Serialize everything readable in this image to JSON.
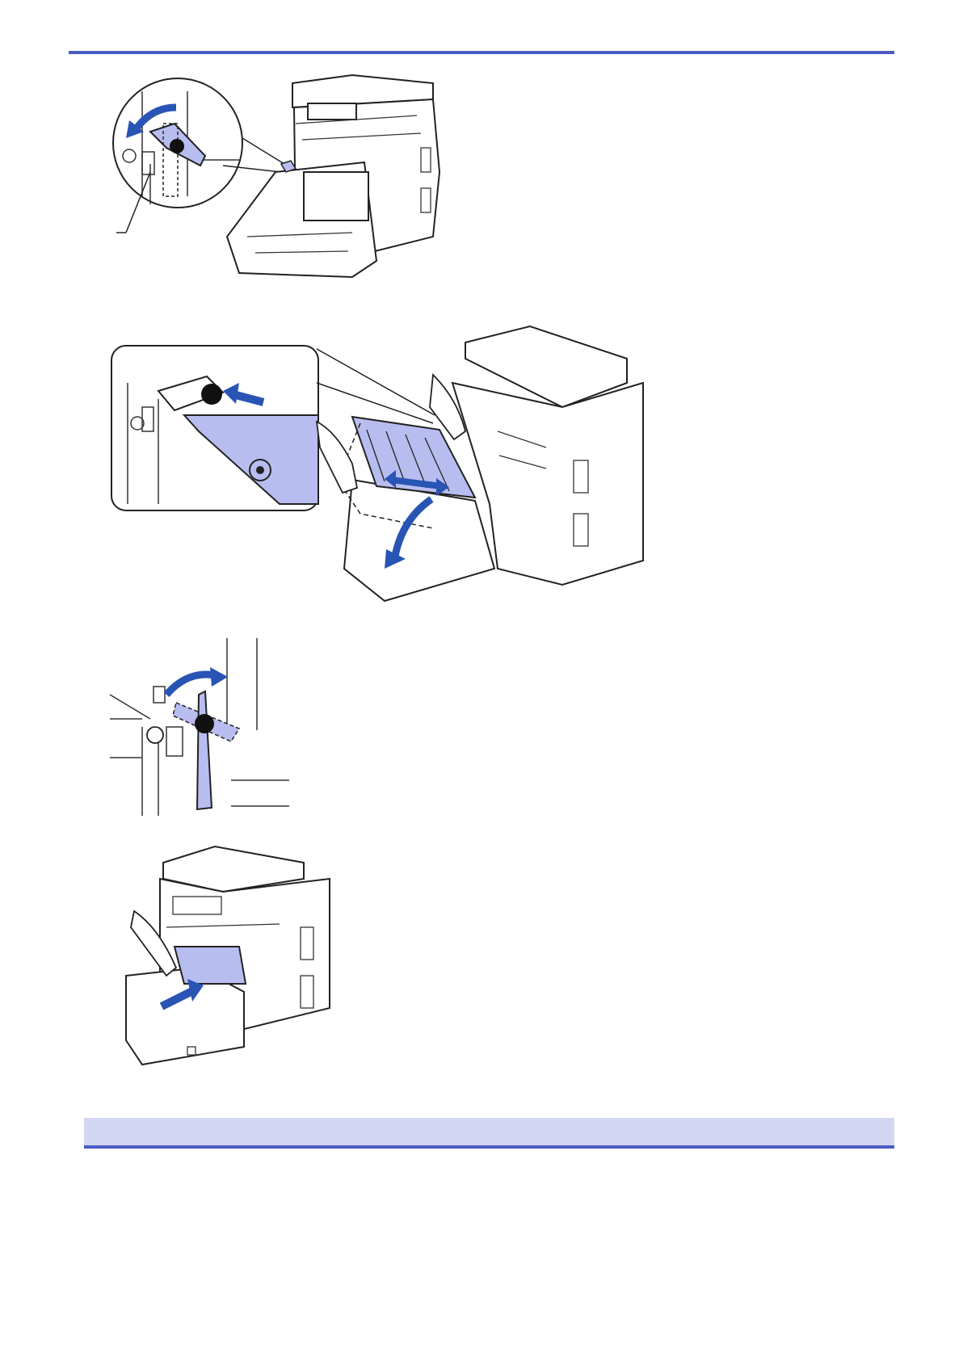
{
  "page": {
    "related_section_title": "",
    "page_number": ""
  },
  "colors": {
    "accent_rule": "#4a5cc4",
    "highlight_fill": "#b8bdf0",
    "arrow_blue": "#2854b4",
    "section_bar": "#d3d6f3"
  },
  "figures": [
    {
      "id": "lock-lever-release",
      "icon": "printer-drum-lever-callout"
    },
    {
      "id": "drum-unit-install-callout",
      "icon": "drum-unit-slide-callout"
    },
    {
      "id": "lever-lock-detail",
      "icon": "green-lock-lever-rotate"
    },
    {
      "id": "drum-unit-push-in",
      "icon": "printer-drum-insert"
    }
  ]
}
